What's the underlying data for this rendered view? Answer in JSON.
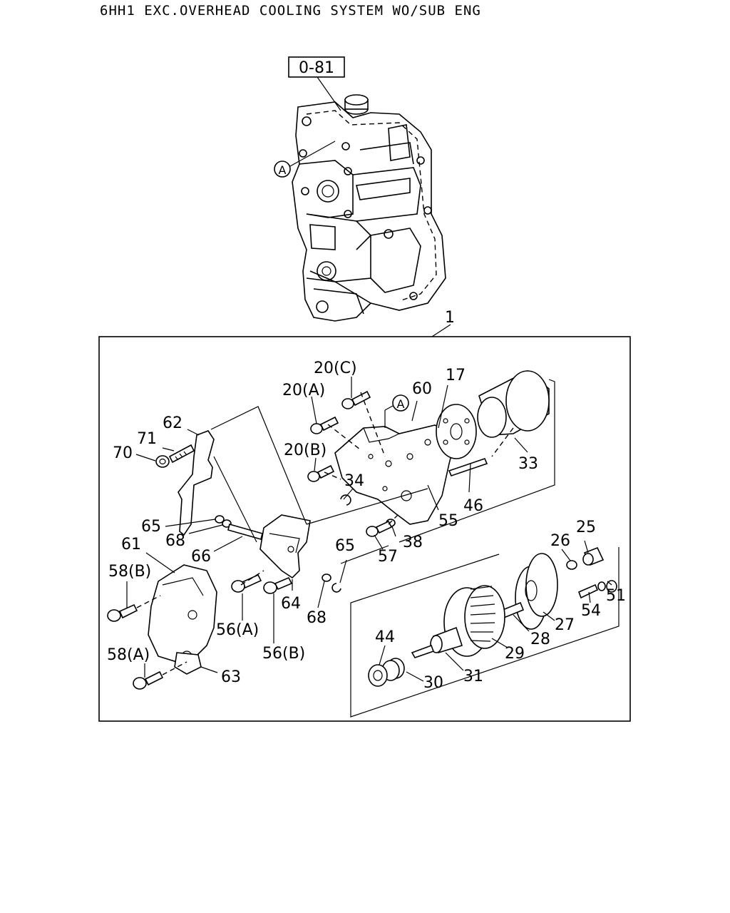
{
  "header": {
    "title": "6HH1 EXC.OVERHEAD COOLING SYSTEM WO/SUB ENG"
  },
  "diagram": {
    "ref_box": "0-81",
    "circle_ref": "A",
    "callouts": {
      "c1": "1",
      "c17": "17",
      "c20a": "20(A)",
      "c20b": "20(B)",
      "c20c": "20(C)",
      "c25": "25",
      "c26": "26",
      "c27": "27",
      "c28": "28",
      "c29": "29",
      "c30": "30",
      "c31": "31",
      "c33": "33",
      "c34": "34",
      "c38": "38",
      "c44": "44",
      "c46": "46",
      "c51": "51",
      "c54": "54",
      "c55": "55",
      "c56a": "56(A)",
      "c56b": "56(B)",
      "c57": "57",
      "c58a": "58(A)",
      "c58b": "58(B)",
      "c60": "60",
      "c61": "61",
      "c62": "62",
      "c63": "63",
      "c64": "64",
      "c65a": "65",
      "c65b": "65",
      "c66": "66",
      "c68a": "68",
      "c68b": "68",
      "c70": "70",
      "c71": "71"
    }
  }
}
